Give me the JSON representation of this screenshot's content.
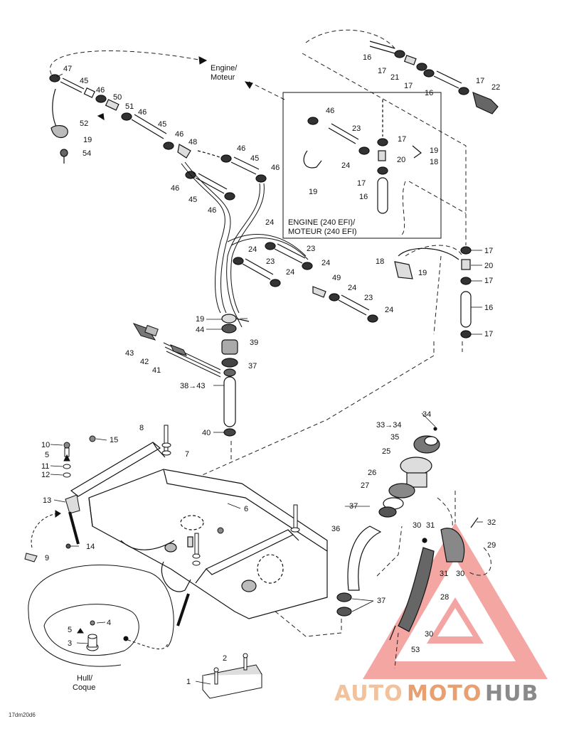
{
  "callouts": {
    "engine": "Engine/",
    "moteur": "Moteur",
    "engine_240_line1": "ENGINE (240 EFI)/",
    "engine_240_line2": "MOTEUR (240 EFI)",
    "hull": "Hull/",
    "coque": "Coque"
  },
  "part_numbers": {
    "p1": "1",
    "p2": "2",
    "p3": "3",
    "p4": "4",
    "p5": "5",
    "p5b": "5",
    "p6": "6",
    "p7": "7",
    "p8": "8",
    "p9": "9",
    "p10": "10",
    "p11": "11",
    "p12": "12",
    "p13": "13",
    "p14": "14",
    "p15": "15",
    "p16a": "16",
    "p16b": "16",
    "p16c": "16",
    "p16d": "16",
    "p17a": "17",
    "p17b": "17",
    "p17c": "17",
    "p17d": "17",
    "p17e": "17",
    "p17f": "17",
    "p17g": "17",
    "p18a": "18",
    "p18b": "18",
    "p19a": "19",
    "p19b": "19",
    "p19c": "19",
    "p19d": "19",
    "p19e": "19",
    "p20a": "20",
    "p20b": "20",
    "p21": "21",
    "p22": "22",
    "p23a": "23",
    "p23b": "23",
    "p23c": "23",
    "p23d": "23",
    "p24a": "24",
    "p24b": "24",
    "p24c": "24",
    "p24d": "24",
    "p24e": "24",
    "p24f": "24",
    "p24g": "24",
    "p25": "25",
    "p26": "26",
    "p27": "27",
    "p28": "28",
    "p29": "29",
    "p30a": "30",
    "p30b": "30",
    "p30c": "30",
    "p31a": "31",
    "p31b": "31",
    "p32": "32",
    "p33": "33→34",
    "p34": "34",
    "p35": "35",
    "p36": "36",
    "p37a": "37",
    "p37b": "37",
    "p37c": "37",
    "p38": "38→43",
    "p39": "39",
    "p40": "40",
    "p41": "41",
    "p42": "42",
    "p43": "43",
    "p44": "44",
    "p45a": "45",
    "p45b": "45",
    "p45c": "45",
    "p45d": "45",
    "p46a": "46",
    "p46b": "46",
    "p46c": "46",
    "p46d": "46",
    "p46e": "46",
    "p46f": "46",
    "p46g": "46",
    "p46h": "46",
    "p47": "47",
    "p48": "48",
    "p49": "49",
    "p50": "50",
    "p51": "51",
    "p52": "52",
    "p53": "53",
    "p54": "54"
  },
  "figure_code": "17dm20d6",
  "watermark": {
    "text_a": "AUTO",
    "text_b": "MOTO",
    "text_c": "HUB",
    "color_light": "#f5c9a8",
    "color_mid": "#e9a070",
    "color_dark": "#8a8a8a",
    "logo_color": "#e8403a"
  },
  "colors": {
    "line": "#111111",
    "dash": "#222222"
  }
}
